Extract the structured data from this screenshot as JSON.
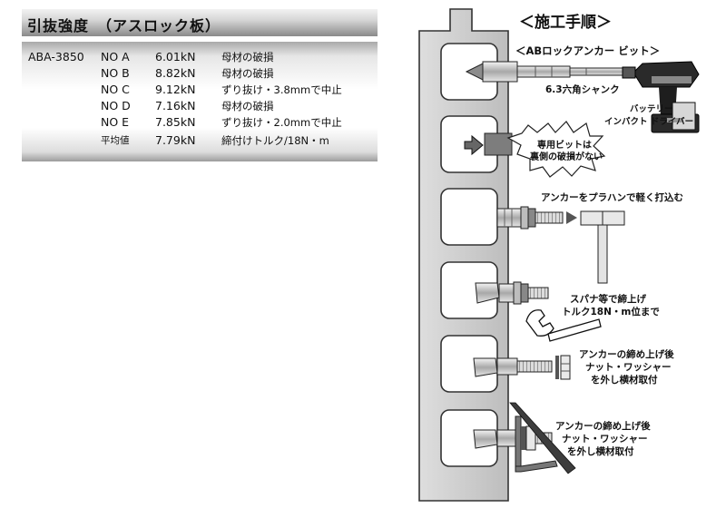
{
  "strength": {
    "title": "引抜強度　（アスロック板）",
    "model": "ABA-3850",
    "rows": [
      {
        "no": "NO A",
        "value": "6.01kN",
        "result": "母材の破損"
      },
      {
        "no": "NO B",
        "value": "8.82kN",
        "result": "母材の破損"
      },
      {
        "no": "NO C",
        "value": "9.12kN",
        "result": "ずり抜け・3.8mmで中止"
      },
      {
        "no": "NO D",
        "value": "7.16kN",
        "result": "母材の破損"
      },
      {
        "no": "NO E",
        "value": "7.85kN",
        "result": "ずり抜け・2.0mmで中止"
      }
    ],
    "average": {
      "no": "平均値",
      "value": "7.79kN",
      "result": "締付けトルク/18N・m"
    }
  },
  "procedure": {
    "title": "＜施工手順＞",
    "bit_label": "＜ABロックアンカー ビット＞",
    "shank_label": "6.3六角シャンク",
    "driver_label_1": "バッテリー",
    "driver_label_2": "インパクト ドライバー",
    "bubble_1": "専用ビットは",
    "bubble_2": "裏側の破損がない",
    "hammer_label": "アンカーをプラハンで軽く打込む",
    "wrench_label_1": "スパナ等で締上げ",
    "wrench_label_2": "トルク18N・m位まで",
    "remove_label_1": "アンカーの締め上げ後",
    "remove_label_2": "ナット・ワッシャー",
    "remove_label_3": "を外し横材取付",
    "mount_label_1": "アンカーの締め上げ後",
    "mount_label_2": "ナット・ワッシャー",
    "mount_label_3": "を外し横材取付"
  }
}
